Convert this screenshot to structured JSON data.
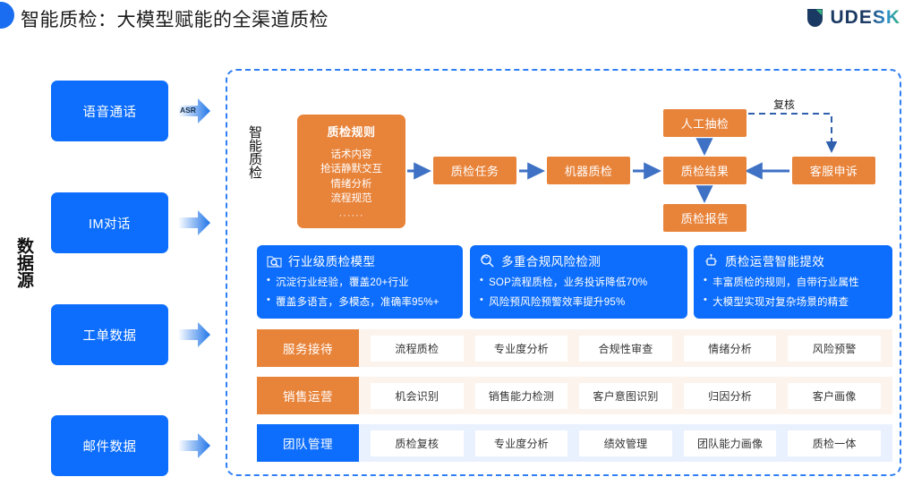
{
  "header": {
    "title": "智能质检：大模型赋能的全渠道质检",
    "badge_icon": "circle-badge-icon",
    "logo_text": "UDESK",
    "logo_icon": "udesk-shield-icon"
  },
  "data_source": {
    "vertical_label": "数据源",
    "items": [
      {
        "label": "语音通话",
        "arrow_label": "ASR",
        "arrow_icon": "arrow-right-icon"
      },
      {
        "label": "IM对话",
        "arrow_label": "",
        "arrow_icon": "arrow-right-icon"
      },
      {
        "label": "工单数据",
        "arrow_label": "",
        "arrow_icon": "arrow-right-icon"
      },
      {
        "label": "邮件数据",
        "arrow_label": "",
        "arrow_icon": "arrow-right-icon"
      }
    ]
  },
  "panel": {
    "vertical_label": "智能质检",
    "rule_box": {
      "title": "质检规则",
      "lines": [
        "话术内容",
        "抢话静默交互",
        "情绪分析",
        "流程规范"
      ],
      "ellipsis": "······"
    },
    "flow": {
      "task": "质检任务",
      "machine": "机器质检",
      "result": "质检结果",
      "manual": "人工抽检",
      "report": "质检报告",
      "appeal": "客服申诉",
      "recheck": "复核"
    },
    "feature_cards": [
      {
        "icon": "folder-search-icon",
        "title": "行业级质检模型",
        "bullets": [
          "沉淀行业经验，覆盖20+行业",
          "覆盖多语言，多模态，准确率95%+"
        ]
      },
      {
        "icon": "risk-magnifier-icon",
        "title": "多重合规风险检测",
        "bullets": [
          "SOP流程质检，业务投诉降低70%",
          "风险预风险预警效率提升95%"
        ]
      },
      {
        "icon": "gear-robot-icon",
        "title": "质检运营智能提效",
        "bullets": [
          "丰富质检的规则，自带行业属性",
          "大模型实现对复杂场景的精查"
        ]
      }
    ],
    "matrix": [
      {
        "label": "服务接待",
        "cells": [
          "流程质检",
          "专业度分析",
          "合规性审查",
          "情绪分析",
          "风险预警"
        ]
      },
      {
        "label": "销售运营",
        "cells": [
          "机会识别",
          "销售能力检测",
          "客户意图识别",
          "归因分析",
          "客户画像"
        ]
      },
      {
        "label": "团队管理",
        "cells": [
          "质检复核",
          "专业度分析",
          "绩效管理",
          "团队能力画像",
          "质检一体"
        ]
      }
    ]
  },
  "colors": {
    "brand_blue": "#0d6efd",
    "accent_orange": "#e8833a",
    "panel_border": "#2f7ef5",
    "row_bg_orange": "#fbf3ec",
    "row_bg_blue": "#eaf1fe"
  }
}
